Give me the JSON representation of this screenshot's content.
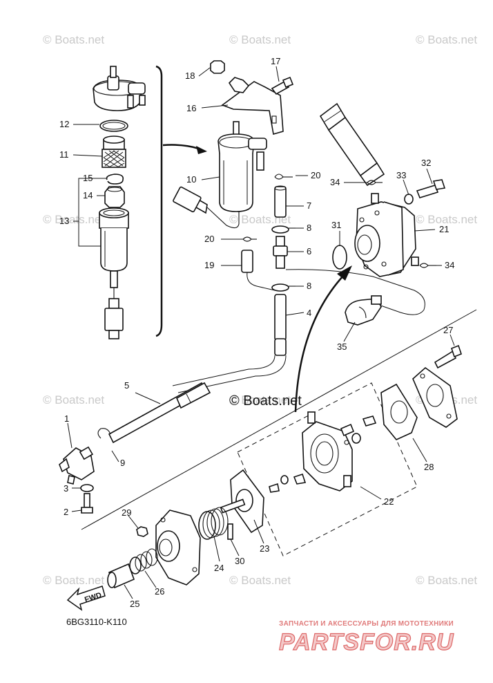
{
  "watermarks": [
    "© Boats.net",
    "© Boats.net",
    "© Boats.net",
    "© Boats.net",
    "© Boats.net",
    "© Boats.net",
    "© Boats.net",
    "© Boats.net",
    "© Boats.net",
    "© Boats.net",
    "© Boats.net",
    "© Boats.net"
  ],
  "center_watermark": "© Boats.net",
  "callouts": [
    "1",
    "2",
    "3",
    "4",
    "5",
    "6",
    "7",
    "8",
    "8",
    "9",
    "10",
    "11",
    "12",
    "13",
    "14",
    "15",
    "16",
    "17",
    "18",
    "19",
    "20",
    "20",
    "21",
    "22",
    "23",
    "24",
    "25",
    "26",
    "27",
    "28",
    "29",
    "30",
    "31",
    "32",
    "33",
    "34",
    "34",
    "35"
  ],
  "diagram_code": "6BG3110-K110",
  "fwd_label": "FWD",
  "shop": {
    "tagline": "ЗАПЧАСТИ И АКСЕССУАРЫ ДЛЯ МОТОТЕХНИКИ",
    "logo": "PARTSFOR.RU"
  }
}
